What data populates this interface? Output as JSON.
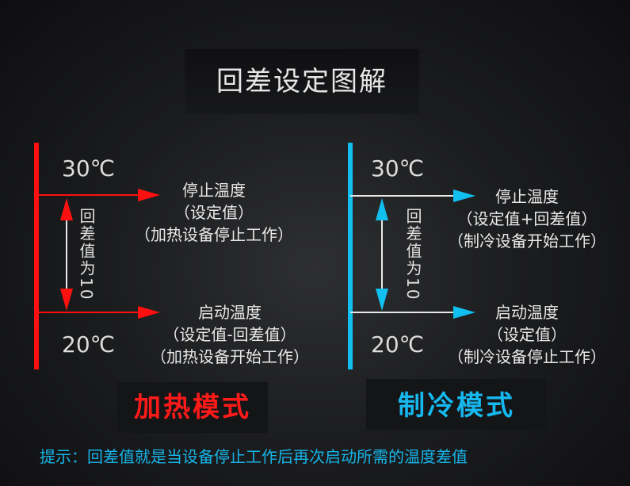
{
  "title": "回差设定图解",
  "colors": {
    "heat": "#ff1010",
    "cool": "#12c0f0",
    "arrow_line": "#e8e8e8",
    "hint": "#16b4e8"
  },
  "heating": {
    "high_temp": "30℃",
    "low_temp": "20℃",
    "stop_label": "停止温度",
    "stop_sub1": "（设定值）",
    "stop_sub2": "（加热设备停止工作）",
    "diff_text": "回差值为10",
    "start_label": "启动温度",
    "start_sub1": "（设定值-回差值）",
    "start_sub2": "（加热设备开始工作）",
    "mode": "加热模式"
  },
  "cooling": {
    "high_temp": "30℃",
    "low_temp": "20℃",
    "stop_label": "停止温度",
    "stop_sub1": "（设定值+回差值）",
    "stop_sub2": "（制冷设备开始工作）",
    "diff_text": "回差值为10",
    "start_label": "启动温度",
    "start_sub1": "（设定值）",
    "start_sub2": "（制冷设备停止工作）",
    "mode": "制冷模式"
  },
  "hint": "提示：回差值就是当设备停止工作后再次启动所需的温度差值"
}
